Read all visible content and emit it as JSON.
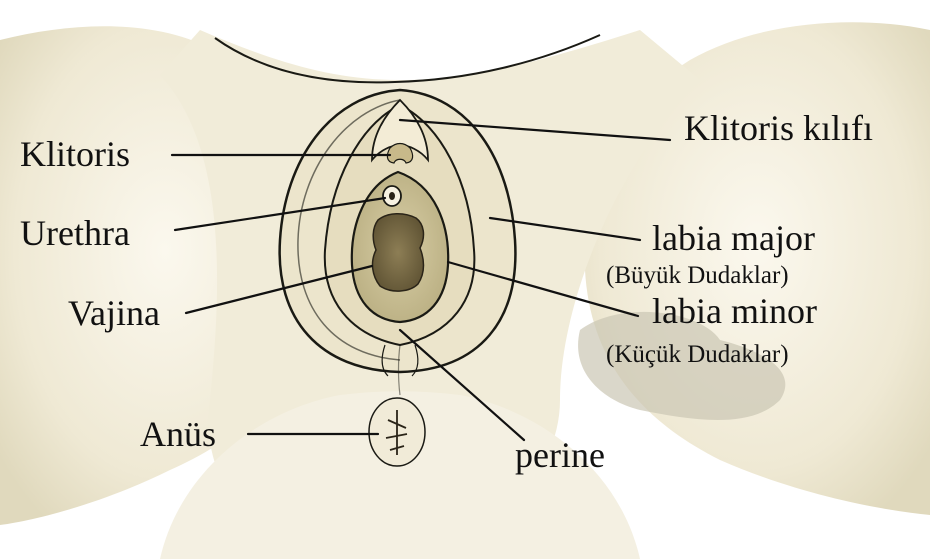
{
  "labels": {
    "klitoris": "Klitoris",
    "klitoris_kilifi": "Klitoris kılıfı",
    "urethra": "Urethra",
    "labia_major": "labia major",
    "labia_major_tr": "(Büyük Dudaklar)",
    "vajina": "Vajina",
    "labia_minor": "labia minor",
    "labia_minor_tr": "(Küçük Dudaklar)",
    "anus": "Anüs",
    "perine": "perine"
  },
  "colors": {
    "background": "#ffffff",
    "skin_light": "#f3efe0",
    "skin_shadow": "#e2dcc4",
    "inner_fold": "#e9e1c6",
    "vestibule": "#c9bf95",
    "vaginal_opening": "#7d6e47",
    "outline": "#1a1a14",
    "text": "#111111"
  }
}
